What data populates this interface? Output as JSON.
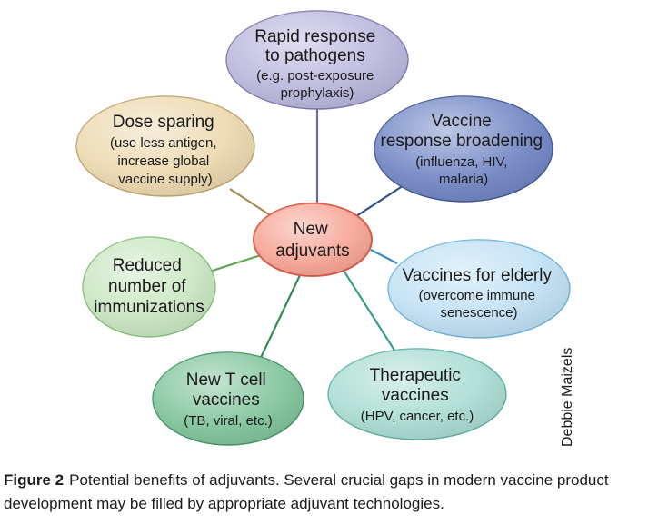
{
  "diagram": {
    "center": {
      "lines": [
        "New",
        "adjuvants"
      ]
    },
    "nodes": [
      {
        "key": "rapid",
        "main": [
          "Rapid response",
          "to pathogens"
        ],
        "sub": [
          "(e.g. post-exposure",
          "prophylaxis)"
        ],
        "fill": "#b9b6dc",
        "stroke": "#7d79ae",
        "line_color": "#6f6a9e"
      },
      {
        "key": "broadening",
        "main": [
          "Vaccine",
          "response broadening"
        ],
        "sub": [
          "(influenza, HIV,",
          "malaria)"
        ],
        "fill": "#6f84c3",
        "stroke": "#3f5596",
        "line_color": "#2c4f8c"
      },
      {
        "key": "elderly",
        "main": [
          "Vaccines for elderly"
        ],
        "sub": [
          "(overcome immune",
          "senescence)"
        ],
        "fill": "#bfe0f4",
        "stroke": "#6db3da",
        "line_color": "#3c8fc4"
      },
      {
        "key": "therapeutic",
        "main": [
          "Therapeutic",
          "vaccines"
        ],
        "sub": [
          "(HPV, cancer, etc.)"
        ],
        "fill": "#a9dcd2",
        "stroke": "#5bb1a2",
        "line_color": "#36a08c"
      },
      {
        "key": "tcell",
        "main": [
          "New T cell",
          "vaccines"
        ],
        "sub": [
          "(TB, viral, etc.)"
        ],
        "fill": "#7fc39a",
        "stroke": "#3f9464",
        "line_color": "#2e8c55"
      },
      {
        "key": "reduced",
        "main": [
          "Reduced",
          "number of",
          "immunizations"
        ],
        "sub": [],
        "fill": "#c9e6c1",
        "stroke": "#86bf7a",
        "line_color": "#5fa850"
      },
      {
        "key": "dose",
        "main": [
          "Dose sparing"
        ],
        "sub": [
          "(use less antigen,",
          "increase global",
          "vaccine supply)"
        ],
        "fill": "#ecd8ae",
        "stroke": "#bfa46c",
        "line_color": "#a88a55"
      }
    ],
    "credit": "Debbie Maizels"
  },
  "caption": {
    "label": "Figure 2",
    "text": "Potential benefits of adjuvants. Several crucial gaps in modern vaccine product development may be filled by appropriate adjuvant technologies."
  },
  "colors": {
    "center_fill": "#f6a393",
    "center_stroke": "#d85b48",
    "text": "#1a1a1a"
  }
}
